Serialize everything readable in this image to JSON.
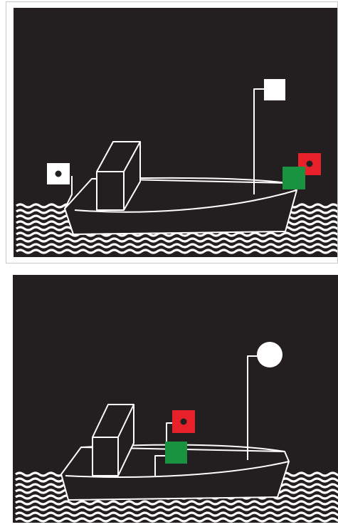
{
  "colors": {
    "background": "#231f20",
    "line": "#ffffff",
    "waves": "#ffffff",
    "red_light": "#e8202a",
    "green_light": "#1a9340",
    "white_light": "#ffffff",
    "frame": "#c8c8c8"
  },
  "panels": [
    {
      "name": "top",
      "lights": [
        "masthead-white-square",
        "stern-white-square",
        "sidelight-green-square",
        "sidelight-red-square"
      ]
    },
    {
      "name": "bottom",
      "lights": [
        "masthead-white-circle",
        "sidelight-green-square",
        "sidelight-red-square"
      ]
    }
  ]
}
